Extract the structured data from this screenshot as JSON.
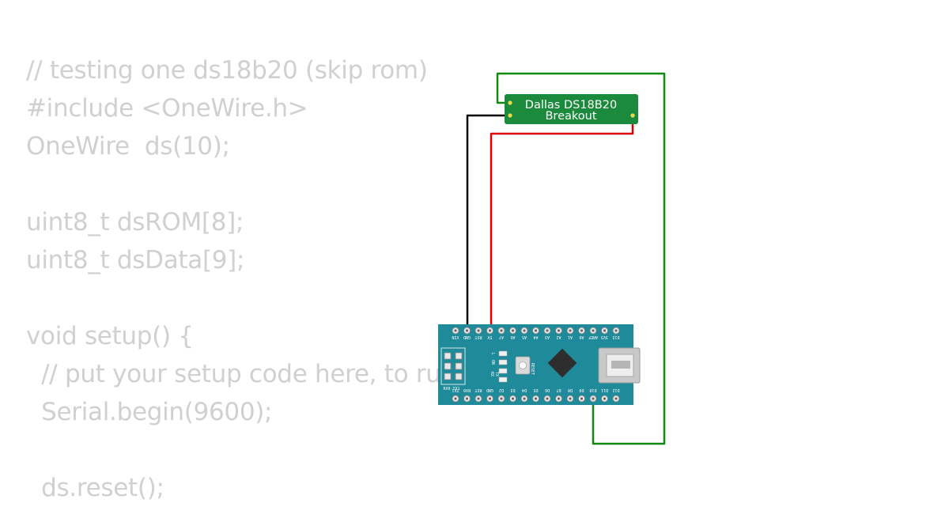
{
  "code": {
    "lines": [
      "// testing one ds18b20 (skip rom)",
      "#include <OneWire.h>",
      "OneWire  ds(10);",
      "",
      "uint8_t dsROM[8];",
      "uint8_t dsData[9];",
      "",
      "void setup() {",
      "  // put your setup code here, to run once:",
      "  Serial.begin(9600);",
      "",
      "  ds.reset();"
    ]
  },
  "sensor": {
    "title_line1": "Dallas DS18B20",
    "title_line2": "Breakout",
    "board_color": "#1b8a3c"
  },
  "nano": {
    "board_color": "#1f8a99",
    "top_pins": [
      "VIN",
      "GND",
      "RST",
      "5V",
      "A7",
      "A6",
      "A5",
      "A4",
      "A3",
      "A2",
      "A1",
      "A0",
      "AREF",
      "3V3",
      "D13"
    ],
    "bottom_pins": [
      "TX1",
      "RX0",
      "RST",
      "GND",
      "D2",
      "D3",
      "D4",
      "D5",
      "D6",
      "D7",
      "D8",
      "D9",
      "D10",
      "D11",
      "D12"
    ],
    "reset_label": "RESET",
    "led_labels": [
      "L",
      "ON",
      "TX",
      "RX"
    ],
    "icsp_label": "RX0 TX1"
  },
  "wires": {
    "colors": {
      "ground": "#000000",
      "power": "#e00000",
      "data": "#118811"
    }
  }
}
